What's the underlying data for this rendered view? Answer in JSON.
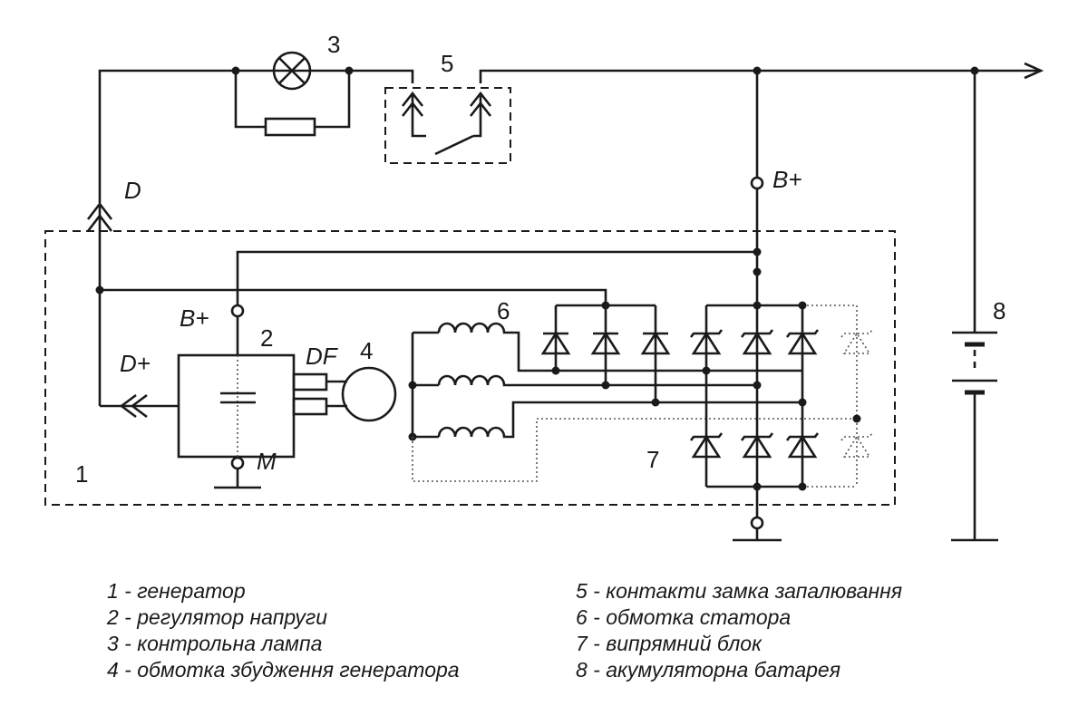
{
  "labels": {
    "n1": "1",
    "n2": "2",
    "n3": "3",
    "n4": "4",
    "n5": "5",
    "n6": "6",
    "n7": "7",
    "n8": "8",
    "d": "D",
    "d_plus": "D+",
    "b_plus_top": "B+",
    "b_plus_reg": "B+",
    "df": "DF",
    "m": "M"
  },
  "legend_left": [
    "1 - генератор",
    "2 - регулятор напруги",
    "3 - контрольна лампа",
    "4 - обмотка збудження генератора"
  ],
  "legend_right": [
    "5 - контакти замка запалювання",
    "6 - обмотка статора",
    "7 - випрямний блок",
    "8 - акумуляторна батарея"
  ]
}
